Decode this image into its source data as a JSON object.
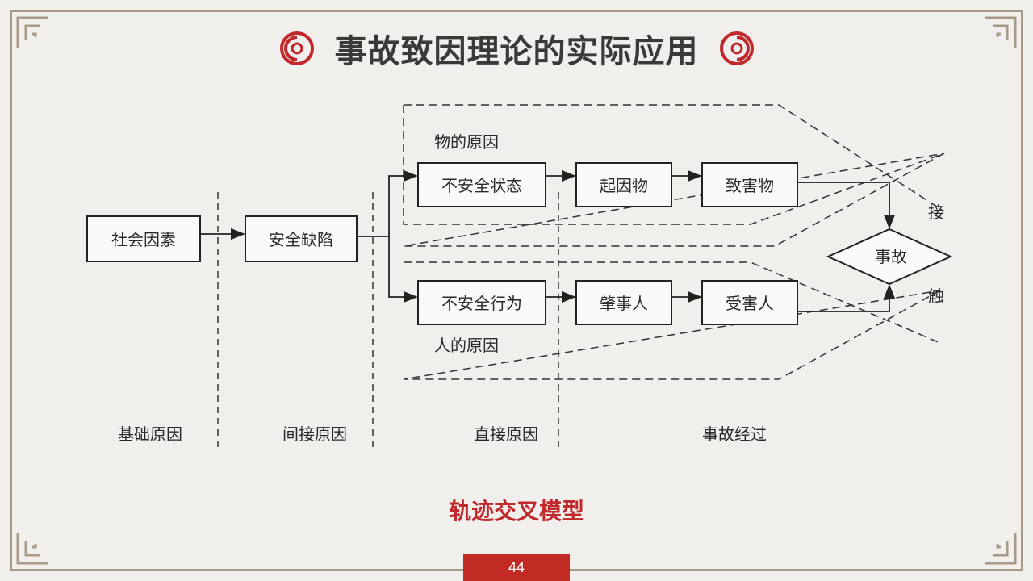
{
  "slide": {
    "title": "事故致因理论的实际应用",
    "caption": "轨迹交叉模型",
    "page_number": "44",
    "accent_color": "#c0282c",
    "frame_color": "#a89a88"
  },
  "diagram": {
    "nodes": {
      "social": "社会因素",
      "defect": "安全缺陷",
      "unsafe_state": "不安全状态",
      "unsafe_act": "不安全行为",
      "origin_object": "起因物",
      "harm_object": "致害物",
      "perpetrator": "肇事人",
      "victim": "受害人",
      "accident": "事故"
    },
    "labels": {
      "material_cause": "物的原因",
      "human_cause": "人的原因",
      "contact_top": "接",
      "contact_bottom": "触"
    },
    "stages": [
      "基础原因",
      "间接原因",
      "直接原因",
      "事故经过"
    ]
  }
}
